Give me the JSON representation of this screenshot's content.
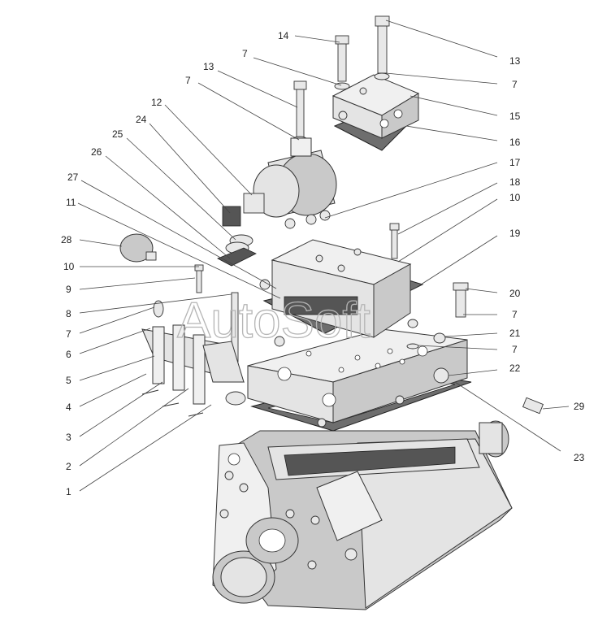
{
  "watermark": "AutoSoft",
  "callouts": [
    {
      "label": "14"
    },
    {
      "label": "13"
    },
    {
      "label": "7"
    },
    {
      "label": "7"
    },
    {
      "label": "13"
    },
    {
      "label": "7"
    },
    {
      "label": "15"
    },
    {
      "label": "12"
    },
    {
      "label": "16"
    },
    {
      "label": "24"
    },
    {
      "label": "25"
    },
    {
      "label": "26"
    },
    {
      "label": "17"
    },
    {
      "label": "27"
    },
    {
      "label": "18"
    },
    {
      "label": "10"
    },
    {
      "label": "11"
    },
    {
      "label": "19"
    },
    {
      "label": "28"
    },
    {
      "label": "10"
    },
    {
      "label": "20"
    },
    {
      "label": "9"
    },
    {
      "label": "7"
    },
    {
      "label": "8"
    },
    {
      "label": "21"
    },
    {
      "label": "7"
    },
    {
      "label": "7"
    },
    {
      "label": "6"
    },
    {
      "label": "22"
    },
    {
      "label": "5"
    },
    {
      "label": "29"
    },
    {
      "label": "4"
    },
    {
      "label": "3"
    },
    {
      "label": "23"
    },
    {
      "label": "2"
    },
    {
      "label": "1"
    }
  ]
}
